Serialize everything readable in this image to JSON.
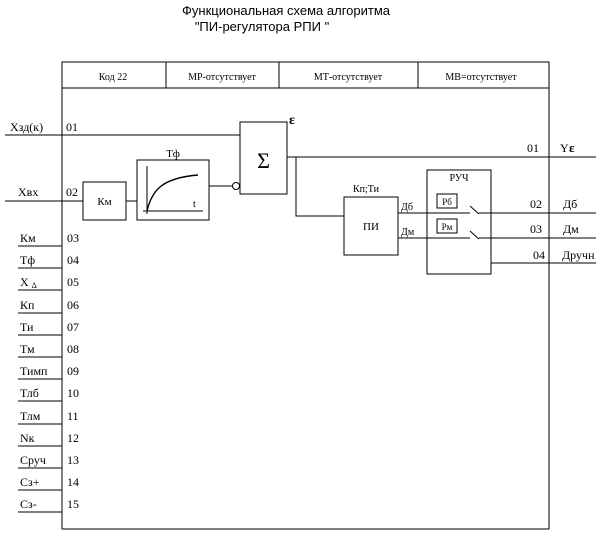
{
  "title": {
    "line1": "Функциональная схема алгоритма",
    "line2": "\"ПИ-регулятора   РПИ \""
  },
  "header": {
    "code": "Код 22",
    "mr": "МР-отсутствует",
    "mt": "МТ-отсутствует",
    "mv": "МВ=отсутствует"
  },
  "inputs": {
    "xzd": {
      "label": "Хзд(к)",
      "num": "01"
    },
    "xvx": {
      "label": "Хвх",
      "num": "02"
    },
    "params": [
      {
        "label": "Км",
        "num": "03"
      },
      {
        "label": "Тф",
        "num": "04"
      },
      {
        "label": "Х ",
        "sub": "Δ",
        "num": "05"
      },
      {
        "label": "Кп",
        "num": "06"
      },
      {
        "label": "Ти",
        "num": "07"
      },
      {
        "label": "Тм",
        "num": "08"
      },
      {
        "label": "Тимп",
        "num": "09"
      },
      {
        "label": "Тлб",
        "num": "10"
      },
      {
        "label": "Тлм",
        "num": "11"
      },
      {
        "label": "Nк",
        "num": "12"
      },
      {
        "label": "Сруч",
        "num": "13"
      },
      {
        "label": "Сз+",
        "num": "14"
      },
      {
        "label": "Сз-",
        "num": "15"
      }
    ]
  },
  "blocks": {
    "km": "Км",
    "filter_title": "Тф",
    "filter_t": "t",
    "sum_symbol": "Σ",
    "epsilon": "ε",
    "pi_params": "Кп;Ти",
    "pi": "ПИ",
    "pi_db": "Дб",
    "pi_dm": "Дм",
    "ruch_title": "РУЧ",
    "rb": "Рб",
    "rm": "Рм"
  },
  "outputs": [
    {
      "num": "01",
      "label": "Y",
      "label_sym": "ε"
    },
    {
      "num": "02",
      "label": "Дб"
    },
    {
      "num": "03",
      "label": "Дм"
    },
    {
      "num": "04",
      "label": "Дручн"
    }
  ]
}
